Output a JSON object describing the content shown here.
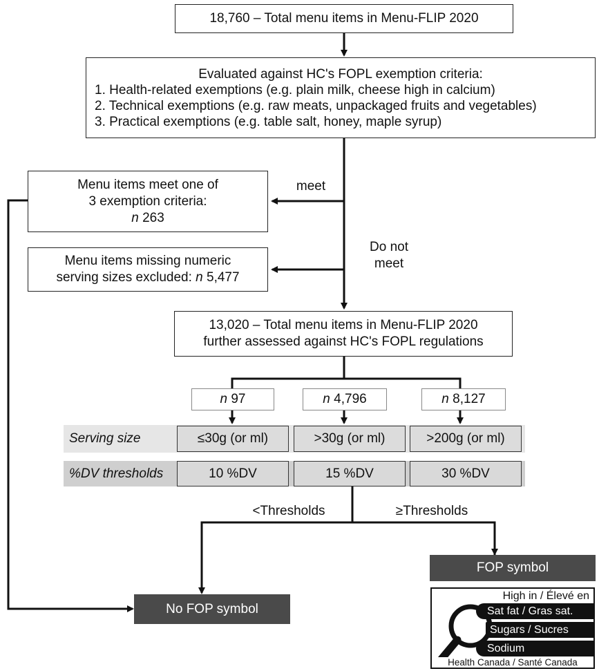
{
  "boxes": {
    "total": "18,760 – Total menu items in Menu-FLIP 2020",
    "evaluated": {
      "title": "Evaluated against HC's FOPL exemption criteria:",
      "c1": "1. Health-related exemptions (e.g. plain milk, cheese high in calcium)",
      "c2": "2. Technical exemptions (e.g. raw meats, unpackaged fruits and vegetables)",
      "c3": "3. Practical exemptions (e.g. table salt, honey, maple syrup)"
    },
    "exempt": {
      "line1": "Menu items meet one of",
      "line2": "3 exemption criteria:",
      "n_prefix": "n",
      "n_value": "263"
    },
    "missing": {
      "line1": "Menu items missing numeric",
      "line2_text": "serving sizes excluded:",
      "n_prefix": "n",
      "n_value": "5,477"
    },
    "assessed": {
      "line1": "13,020 – Total menu items in Menu-FLIP 2020",
      "line2": "further assessed against HC's FOPL regulations"
    }
  },
  "edge_labels": {
    "meet": "meet",
    "do_not_1": "Do not",
    "do_not_2": "meet",
    "below": "<Thresholds",
    "above": "≥Thresholds"
  },
  "groups": [
    {
      "n_prefix": "n",
      "n_value": "97",
      "serving": "≤30g (or ml)",
      "threshold": "10 %DV"
    },
    {
      "n_prefix": "n",
      "n_value": "4,796",
      "serving": ">30g (or ml)",
      "threshold": "15 %DV"
    },
    {
      "n_prefix": "n",
      "n_value": "8,127",
      "serving": ">200g (or ml)",
      "threshold": "30 %DV"
    }
  ],
  "row_labels": {
    "serving": "Serving size",
    "threshold": "%DV thresholds"
  },
  "outcomes": {
    "no_fop": "No FOP symbol",
    "fop": "FOP symbol"
  },
  "fop_symbol": {
    "header": "High in / Élevé en",
    "items": [
      "Sat fat / Gras sat.",
      "Sugars / Sucres",
      "Sodium"
    ],
    "footer": "Health Canada / Santé Canada"
  },
  "colors": {
    "dark_box": "#4a4a4a",
    "grey_box": "#dcdcdc",
    "band": "#e6e6e6"
  }
}
